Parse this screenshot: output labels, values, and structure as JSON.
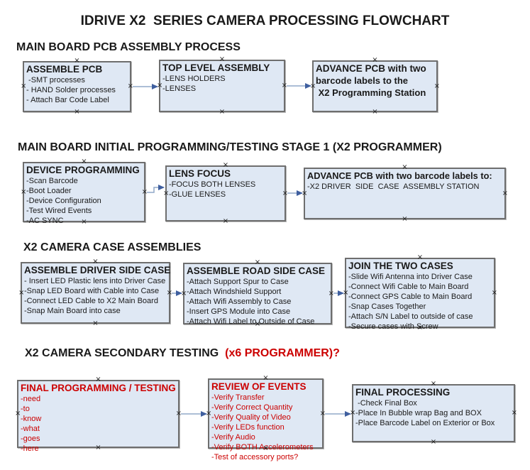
{
  "title": "IDRIVE X2  SERIES CAMERA PROCESSING FLOWCHART",
  "colors": {
    "box_fill": "#dfe8f4",
    "box_border": "#6e6e6e",
    "connector_line": "#91a8c9",
    "connector_head": "#3f5f9f",
    "accent_red": "#cc0000",
    "text": "#1a1a1a"
  },
  "sections": [
    {
      "heading": "MAIN BOARD PCB ASSEMBLY PROCESS",
      "boxes": [
        {
          "title": "ASSEMBLE PCB",
          "items": [
            " -SMT processes",
            "- HAND Solder processes",
            "- Attach Bar Code Label"
          ]
        },
        {
          "title": "TOP LEVEL ASSEMBLY",
          "items": [
            "-LENS HOLDERS",
            "-LENSES"
          ]
        },
        {
          "title": "ADVANCE PCB with two",
          "items": [
            "barcode labels to the",
            " X2 Programming Station"
          ]
        }
      ]
    },
    {
      "heading": "MAIN BOARD INITIAL PROGRAMMING/TESTING STAGE 1 (X2 PROGRAMMER)",
      "boxes": [
        {
          "title": "DEVICE PROGRAMMING",
          "items": [
            "-Scan Barcode",
            "-Boot Loader",
            "-Device Configuration",
            "-Test Wired Events",
            "-AC SYNC"
          ]
        },
        {
          "title": "LENS FOCUS",
          "items": [
            "-FOCUS BOTH LENSES",
            "-GLUE LENSES"
          ]
        },
        {
          "title": "ADVANCE PCB with two barcode labels to:",
          "items": [
            "-X2 DRIVER  SIDE  CASE  ASSEMBLY STATION"
          ]
        }
      ]
    },
    {
      "heading": "X2 CAMERA CASE ASSEMBLIES",
      "boxes": [
        {
          "title": "ASSEMBLE DRIVER SIDE CASE",
          "items": [
            "- Insert LED Plastic lens into Driver Case",
            "-Snap LED Board with Cable into Case",
            "-Connect LED Cable to X2 Main Board",
            "-Snap Main Board into case"
          ]
        },
        {
          "title": "ASSEMBLE ROAD SIDE CASE",
          "items": [
            "-Attach Support Spur to Case",
            "-Attach Windshield Support",
            "-Attach Wifi Assembly to Case",
            "-Insert GPS Module into Case",
            "-Attach Wifi Label to Outside of Case"
          ]
        },
        {
          "title": "JOIN THE TWO CASES",
          "items": [
            "-Slide Wifi Antenna into Driver Case",
            "-Connect Wifi Cable to Main Board",
            "-Connect GPS Cable to Main Board",
            "-Snap Cases Together",
            "-Attach S/N Label to outside of case",
            "-Secure cases with Screw"
          ]
        }
      ]
    },
    {
      "heading": "X2 CAMERA SECONDARY TESTING ",
      "heading_accent": " (x6 PROGRAMMER)?",
      "boxes": [
        {
          "title": "FINAL PROGRAMMING / TESTING",
          "items": [
            "-need",
            "-to",
            "-know",
            "-what",
            "-goes",
            "-here"
          ]
        },
        {
          "title": "REVIEW OF EVENTS",
          "items": [
            "-Verify Transfer",
            "-Verify Correct Quantity",
            "-Verify Quality of Video",
            "-Verify LEDs function",
            "-Verify Audio",
            "-Verify BOTH Accelerometers",
            "-Test of accessory ports?"
          ]
        },
        {
          "title": "FINAL PROCESSING",
          "items": [
            " -Check Final Box",
            "-Place In Bubble wrap Bag and BOX",
            "-Place Barcode Label on Exterior or Box"
          ]
        }
      ]
    }
  ]
}
